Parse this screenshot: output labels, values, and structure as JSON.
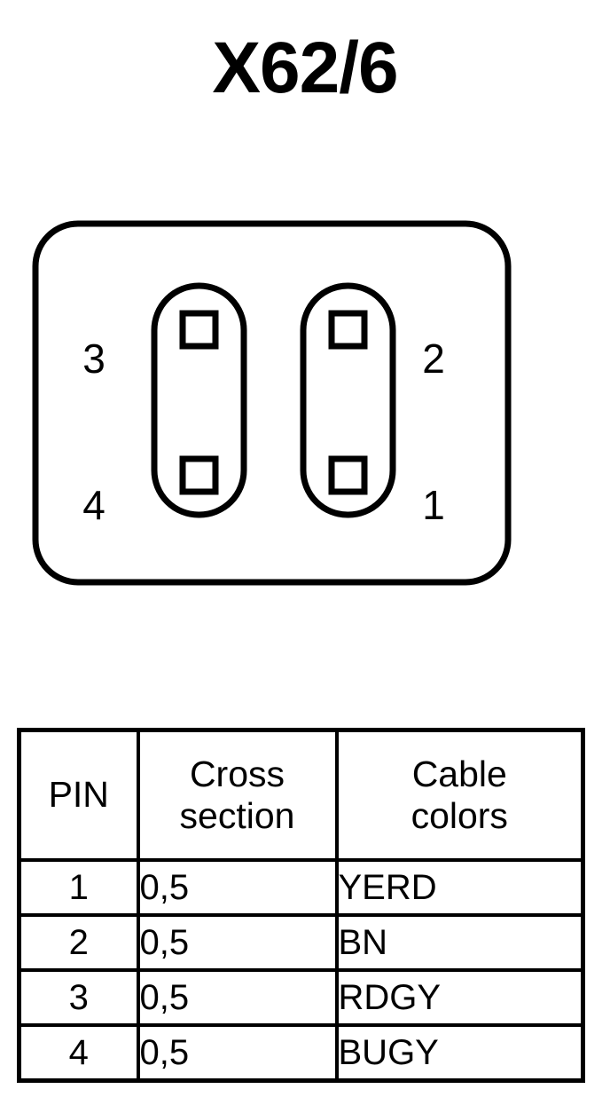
{
  "title": "X62/6",
  "connector": {
    "name": "4-pin-connector-outline",
    "pin_labels": {
      "top_left": "3",
      "bottom_left": "4",
      "top_right": "2",
      "bottom_right": "1"
    },
    "cavities": 2,
    "contacts_per_cavity": 2,
    "outline_color": "#000000",
    "fill_color": "#ffffff"
  },
  "table": {
    "headers": {
      "pin": "PIN",
      "cross_section_line1": "Cross",
      "cross_section_line2": "section",
      "cable_colors_line1": "Cable",
      "cable_colors_line2": "colors"
    },
    "rows": [
      {
        "pin": "1",
        "cross_section": "0,5",
        "cable_colors": "YERD"
      },
      {
        "pin": "2",
        "cross_section": "0,5",
        "cable_colors": "BN"
      },
      {
        "pin": "3",
        "cross_section": "0,5",
        "cable_colors": "RDGY"
      },
      {
        "pin": "4",
        "cross_section": "0,5",
        "cable_colors": "BUGY"
      }
    ]
  }
}
